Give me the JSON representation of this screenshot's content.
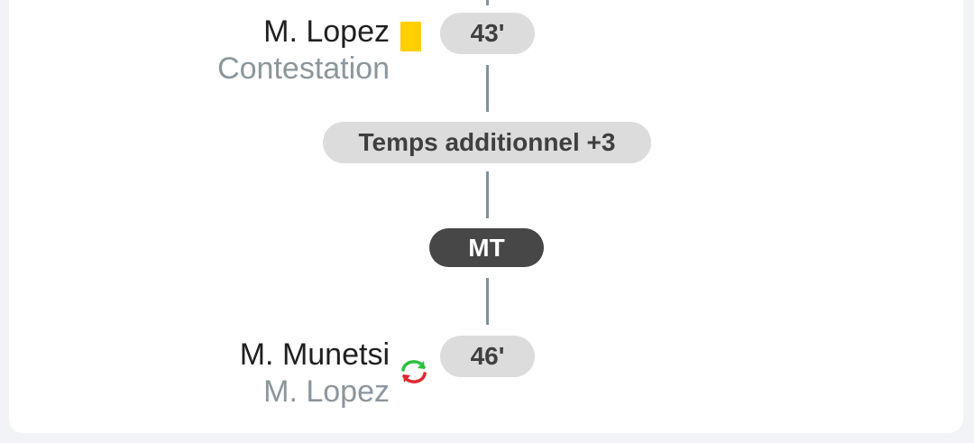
{
  "events": [
    {
      "player": "M. Lopez",
      "detail": "Contestation",
      "minute": "43'",
      "icon": "yellow-card-icon",
      "icon_color": "#ffcf00"
    },
    {
      "player": "M. Munetsi",
      "detail": "M. Lopez",
      "minute": "46'",
      "icon": "substitution-icon",
      "icon_colors": {
        "in": "#2bbf3f",
        "out": "#e0262b"
      }
    }
  ],
  "markers": {
    "added_time": "Temps additionnel +3",
    "half_time": "MT"
  },
  "colors": {
    "timeline_line": "#7f939e",
    "pill_bg": "#dcdcdc",
    "halftime_bg": "#474747",
    "secondary_text": "#8b969c"
  }
}
